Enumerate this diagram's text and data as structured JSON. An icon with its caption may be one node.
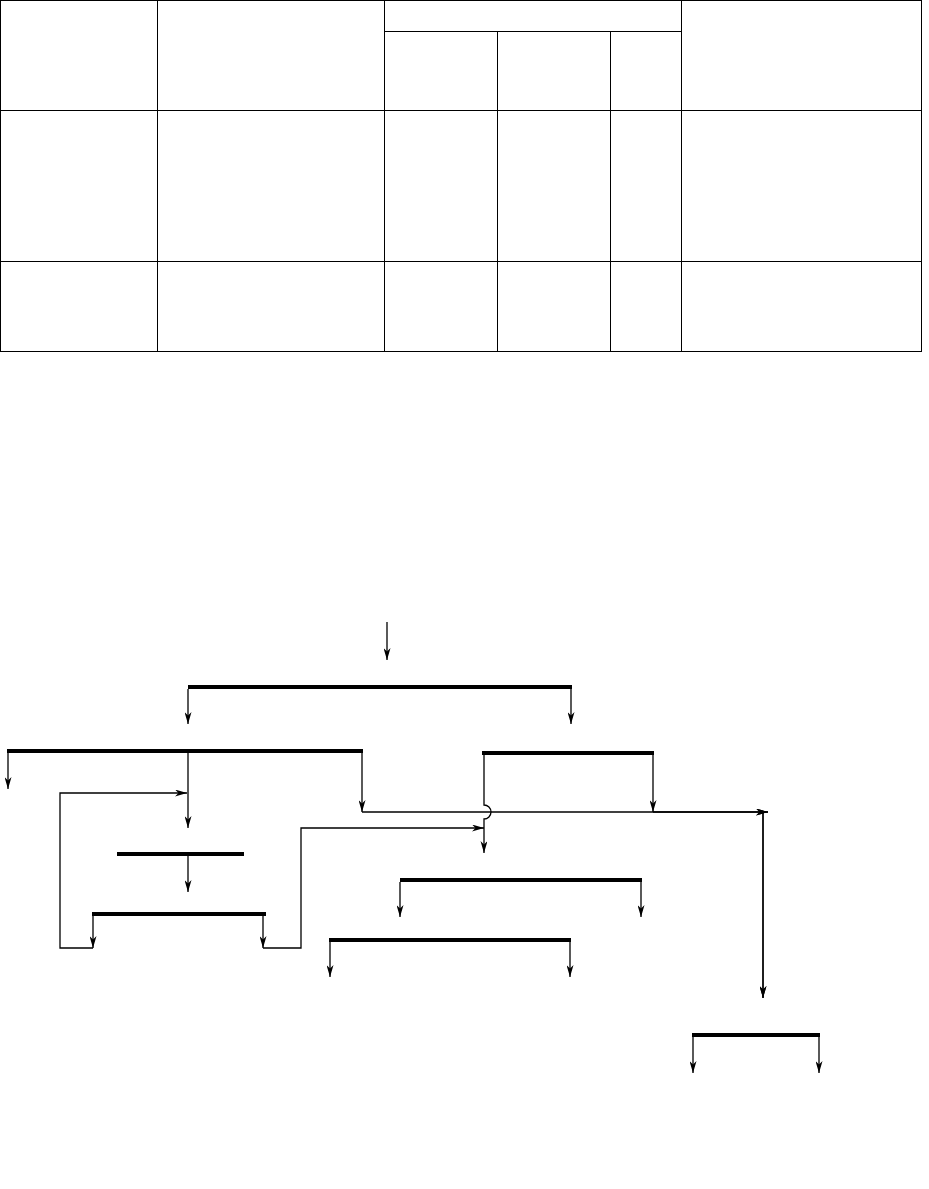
{
  "diagram": {
    "nodes": [
      {
        "text": [],
        "shape": "bar"
      },
      {
        "text": [],
        "shape": "bar"
      },
      {
        "text": [],
        "shape": "bar"
      },
      {
        "text": [],
        "shape": "bar"
      },
      {
        "text": [],
        "shape": "bar"
      },
      {
        "text": [],
        "shape": "bar"
      },
      {
        "text": [],
        "shape": "bar"
      },
      {
        "text": [],
        "shape": "bar"
      }
    ],
    "edges": [
      {
        "from": 0,
        "to": 1,
        "arrow": "to"
      },
      {
        "from": 0,
        "to": 2,
        "arrow": "to"
      },
      {
        "from": 1,
        "to": null,
        "arrow": "to"
      },
      {
        "from": 1,
        "to": 3,
        "arrow": "to"
      },
      {
        "from": 1,
        "to": null,
        "arrow": "to"
      },
      {
        "from": 2,
        "to": 4,
        "arrow": "to"
      },
      {
        "from": 2,
        "to": null,
        "arrow": "to"
      },
      {
        "from": 3,
        "to": 5,
        "arrow": "to"
      },
      {
        "from": 4,
        "to": 6,
        "arrow": "to"
      },
      {
        "from": 4,
        "to": null,
        "arrow": "to"
      },
      {
        "from": 5,
        "to": null,
        "arrow": "to"
      },
      {
        "from": 5,
        "to": null,
        "arrow": "to"
      },
      {
        "from": 6,
        "to": null,
        "arrow": "to"
      },
      {
        "from": 6,
        "to": null,
        "arrow": "to"
      },
      {
        "from": 7,
        "to": null,
        "arrow": "to"
      },
      {
        "from": 7,
        "to": null,
        "arrow": "to"
      }
    ]
  }
}
